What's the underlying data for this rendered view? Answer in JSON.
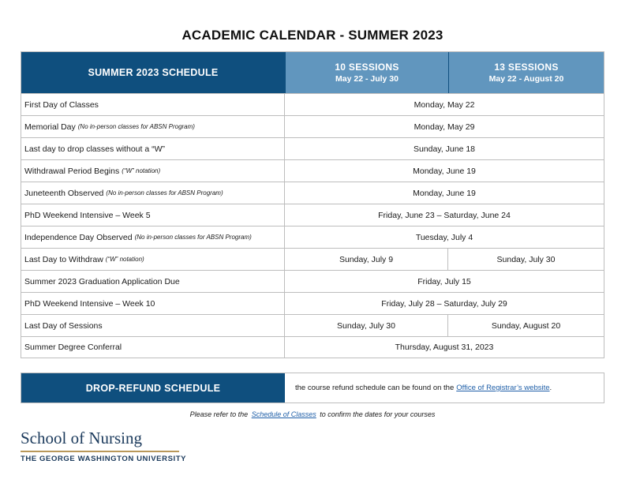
{
  "title": "ACADEMIC CALENDAR - SUMMER 2023",
  "schedule": {
    "header": {
      "main": "SUMMER 2023 SCHEDULE",
      "col1_title": "10 SESSIONS",
      "col1_range": "May 22 - July 30",
      "col2_title": "13 SESSIONS",
      "col2_range": "May 22 - August 20"
    },
    "rows": [
      {
        "event": "First Day of Classes",
        "note": "",
        "date": "Monday, May 22"
      },
      {
        "event": "Memorial Day",
        "note": "(No in-person classes for ABSN Program)",
        "date": "Monday, May 29"
      },
      {
        "event": "Last day to drop classes without a “W”",
        "note": "",
        "date": "Sunday, June 18"
      },
      {
        "event": "Withdrawal Period Begins",
        "note": "(“W” notation)",
        "date": "Monday, June 19"
      },
      {
        "event": "Juneteenth Observed",
        "note": "(No in-person classes for ABSN Program)",
        "date": "Monday, June 19"
      },
      {
        "event": "PhD Weekend Intensive – Week 5",
        "note": "",
        "date": "Friday, June 23 – Saturday, June 24"
      },
      {
        "event": "Independence Day Observed",
        "note": "(No in-person classes for ABSN Program)",
        "date": "Tuesday, July 4"
      },
      {
        "event": "Last Day to Withdraw",
        "note": "(“W” notation)",
        "date1": "Sunday, July 9",
        "date2": "Sunday, July 30"
      },
      {
        "event": "Summer 2023 Graduation Application Due",
        "note": "",
        "date": "Friday, July 15"
      },
      {
        "event": "PhD Weekend Intensive – Week 10",
        "note": "",
        "date": "Friday, July 28 – Saturday, July 29"
      },
      {
        "event": "Last Day of Sessions",
        "note": "",
        "date1": "Sunday, July 30",
        "date2": "Sunday, August 20"
      },
      {
        "event": "Summer Degree Conferral",
        "note": "",
        "date": "Thursday, August 31, 2023"
      }
    ]
  },
  "refund": {
    "title": "DROP-REFUND SCHEDULE",
    "text": "the course refund schedule can be found on the",
    "link": "Office of Registrar’s website",
    "suffix": "."
  },
  "footnote": {
    "prefix": "Please refer to the",
    "link": "Schedule of Classes",
    "suffix": "to confirm the dates for your courses"
  },
  "logo": {
    "name": "School of Nursing",
    "university": "THE GEORGE WASHINGTON UNIVERSITY"
  },
  "colors": {
    "navy": "#0f4f7e",
    "light_blue": "#6196be",
    "link": "#1f5fa8",
    "gold": "#b9985a"
  }
}
